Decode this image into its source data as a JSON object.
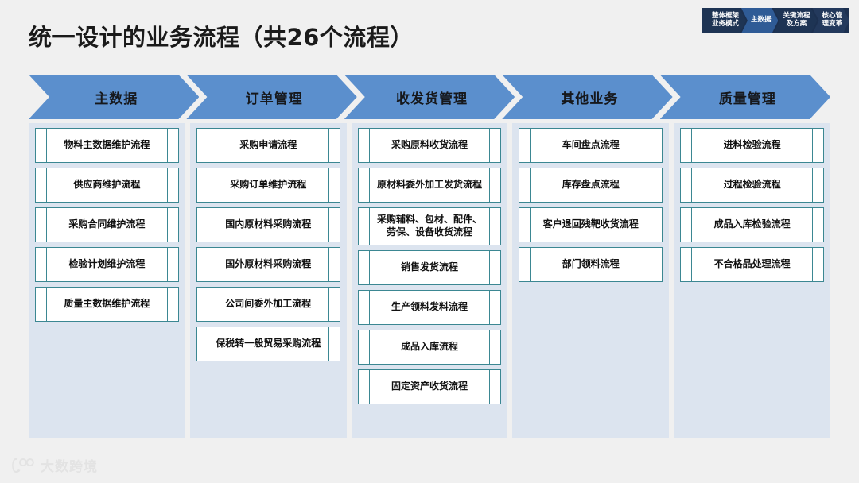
{
  "slide": {
    "title": "统一设计的业务流程（共26个流程）",
    "background_color": "#f0f0f0",
    "header_color": "#5b8fcd",
    "panel_color": "#dce4ef",
    "box_border_color": "#3b8792"
  },
  "topnav": {
    "items": [
      {
        "label": "整体框架\n业务模式",
        "active": false
      },
      {
        "label": "主数据",
        "active": true
      },
      {
        "label": "关键流程\n及方案",
        "active": false
      },
      {
        "label": "核心管\n理变革",
        "active": false
      }
    ]
  },
  "columns": [
    {
      "header": "主数据",
      "items": [
        {
          "label": "物料主数据维护流程",
          "lines": 1
        },
        {
          "label": "供应商维护流程",
          "lines": 1
        },
        {
          "label": "采购合同维护流程",
          "lines": 1
        },
        {
          "label": "检验计划维护流程",
          "lines": 1
        },
        {
          "label": "质量主数据维护流程",
          "lines": 1
        }
      ]
    },
    {
      "header": "订单管理",
      "items": [
        {
          "label": "采购申请流程",
          "lines": 1
        },
        {
          "label": "采购订单维护流程",
          "lines": 1
        },
        {
          "label": "国内原材料采购流程",
          "lines": 1
        },
        {
          "label": "国外原材料采购流程",
          "lines": 1
        },
        {
          "label": "公司间委外加工流程",
          "lines": 1
        },
        {
          "label": "保税转一般贸易采购流程",
          "lines": 1
        }
      ]
    },
    {
      "header": "收发货管理",
      "items": [
        {
          "label": "采购原料收货流程",
          "lines": 1
        },
        {
          "label": "原材料委外加工发货流程",
          "lines": 1
        },
        {
          "label": "采购辅料、包材、配件、\n劳保、设备收货流程",
          "lines": 2
        },
        {
          "label": "销售发货流程",
          "lines": 1
        },
        {
          "label": "生产领料发料流程",
          "lines": 1
        },
        {
          "label": "成品入库流程",
          "lines": 1
        },
        {
          "label": "固定资产收货流程",
          "lines": 1
        }
      ]
    },
    {
      "header": "其他业务",
      "items": [
        {
          "label": "车间盘点流程",
          "lines": 1
        },
        {
          "label": "库存盘点流程",
          "lines": 1
        },
        {
          "label": "客户退回残靶收货流程",
          "lines": 1
        },
        {
          "label": "部门领料流程",
          "lines": 1
        }
      ]
    },
    {
      "header": "质量管理",
      "items": [
        {
          "label": "进料检验流程",
          "lines": 1
        },
        {
          "label": "过程检验流程",
          "lines": 1
        },
        {
          "label": "成品入库检验流程",
          "lines": 1
        },
        {
          "label": "不合格品处理流程",
          "lines": 1
        }
      ]
    }
  ],
  "watermark": {
    "text": "大数跨境",
    "logo_icon": "dashu-logo-icon"
  }
}
